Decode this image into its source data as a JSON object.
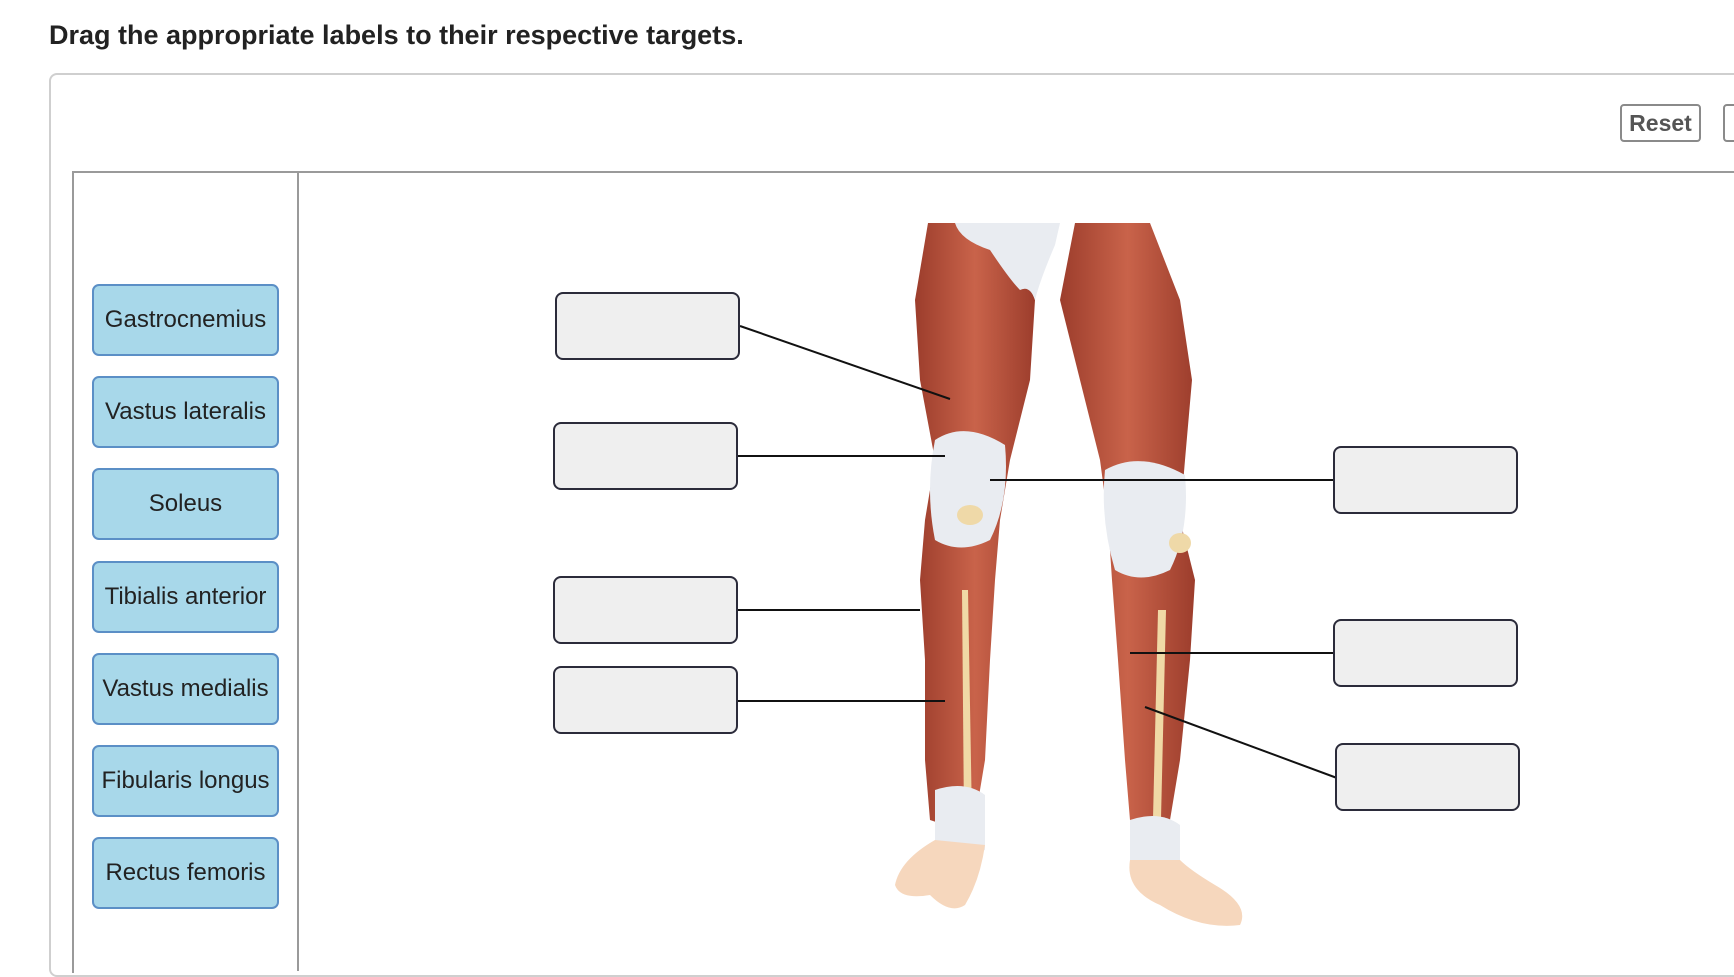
{
  "instruction": "Drag the appropriate labels to their respective targets.",
  "toolbar": {
    "reset_label": "Reset"
  },
  "label_bank": [
    {
      "label": "Gastrocnemius"
    },
    {
      "label": "Vastus lateralis"
    },
    {
      "label": "Soleus"
    },
    {
      "label": "Tibialis anterior"
    },
    {
      "label": "Vastus medialis"
    },
    {
      "label": "Fibularis longus"
    },
    {
      "label": "Rectus femoris"
    }
  ],
  "colors": {
    "label_fill": "#a8d8ea",
    "label_border": "#5b8fc6",
    "target_fill": "#efefef",
    "target_border": "#2b2b3a",
    "muscle": "#b8533f",
    "tendon": "#e9ecf1",
    "skin": "#f6d7bd"
  }
}
